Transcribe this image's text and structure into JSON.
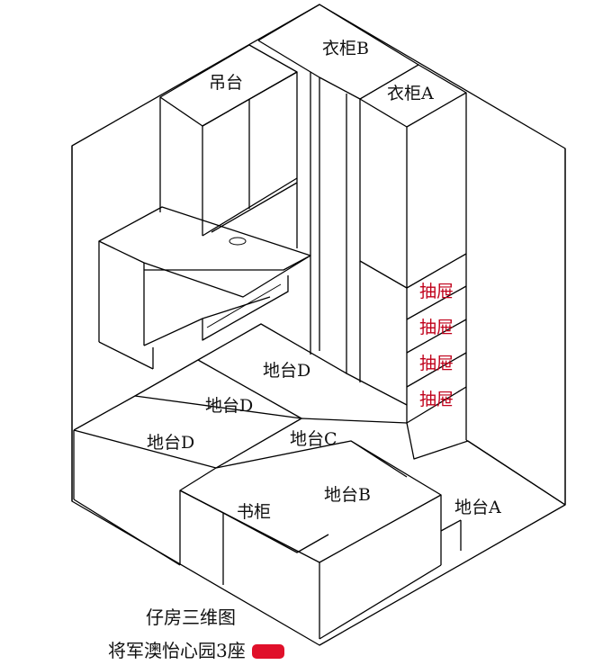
{
  "labels": {
    "wardrobe_b": "衣柜B",
    "wardrobe_a": "衣柜A",
    "hanging_cabinet": "吊台",
    "platform_d_top": "地台D",
    "platform_d_mid": "地台D",
    "platform_d_left": "地台D",
    "platform_c": "地台C",
    "platform_b": "地台B",
    "platform_a": "地台A",
    "bookcase": "书柜"
  },
  "drawers": [
    "抽屉",
    "抽屉",
    "抽屉",
    "抽屉"
  ],
  "caption": {
    "title": "仔房三维图",
    "address": "将军澳怡心园3座"
  },
  "colors": {
    "line": "#000000",
    "drawer_text": "#c0001a",
    "redaction": "#e0102a"
  }
}
